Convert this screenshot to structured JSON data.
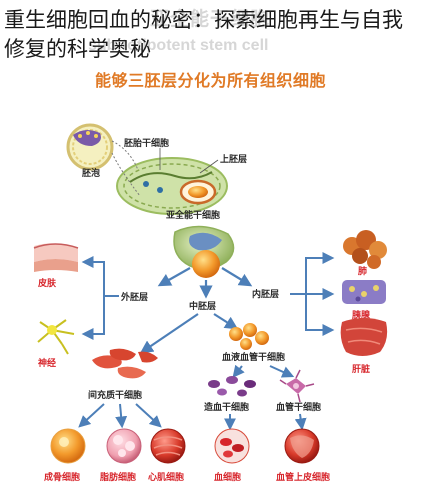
{
  "headline": "重生细胞回血的秘密：探索细胞再生与自我修复的科学奥秘",
  "watermark": {
    "chinese": "亚全能干细胞",
    "english": "sub-totipotent stem cell"
  },
  "subtitle": "能够三胚层分化为所有组织细胞",
  "labels": {
    "embryonic_stem_cell": "胚胎干细胞",
    "blastocyst": "胚泡",
    "epiblast": "上胚层",
    "subtotipotent": "亚全能干细胞",
    "ectoderm": "外胚层",
    "mesoderm": "中胚层",
    "endoderm": "内胚层",
    "skin": "皮肤",
    "nerve": "神经",
    "lung": "肺",
    "pancreas": "胰腺",
    "liver": "肝脏",
    "mesenchymal_stem_cell": "间充质干细胞",
    "hemangioblast": "血液血管干细胞",
    "hematopoietic_stem_cell": "造血干细胞",
    "vascular_stem_cell": "血管干细胞",
    "osteoblast": "成骨细胞",
    "adipocyte": "脂肪细胞",
    "cardiomyocyte": "心肌细胞",
    "blood_cell": "血细胞",
    "endothelial_cell": "血管上皮细胞"
  },
  "colors": {
    "subtitle": "#e07a26",
    "arrow": "#4d7fb8",
    "red_label": "#d7262c",
    "watermark": "#d6d6d6"
  }
}
